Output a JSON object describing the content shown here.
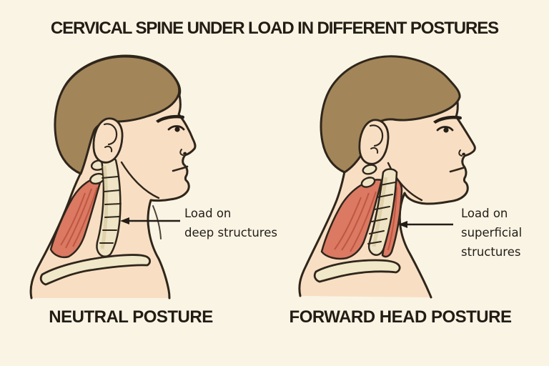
{
  "title": "CERVICAL SPINE UNDER LOAD IN DIFFERENT POSTURES",
  "panels": [
    {
      "id": "neutral",
      "caption": "NEUTRAL POSTURE",
      "annotation_lines": [
        "Load on",
        "deep structures"
      ]
    },
    {
      "id": "forward-head",
      "caption": "FORWARD HEAD POSTURE",
      "annotation_lines": [
        "Load on",
        "superficial",
        "structures"
      ]
    }
  ],
  "colors": {
    "background": "#faf4e4",
    "ink": "#221c15",
    "outline": "#2f261b",
    "skin": "#f8dfc4",
    "hair": "#a28559",
    "muscle": "#db7963",
    "muscle_dark": "#be5742",
    "bone": "#efe5c6",
    "bone_shade": "#d8cba0",
    "strap": "#f1e8ca"
  }
}
